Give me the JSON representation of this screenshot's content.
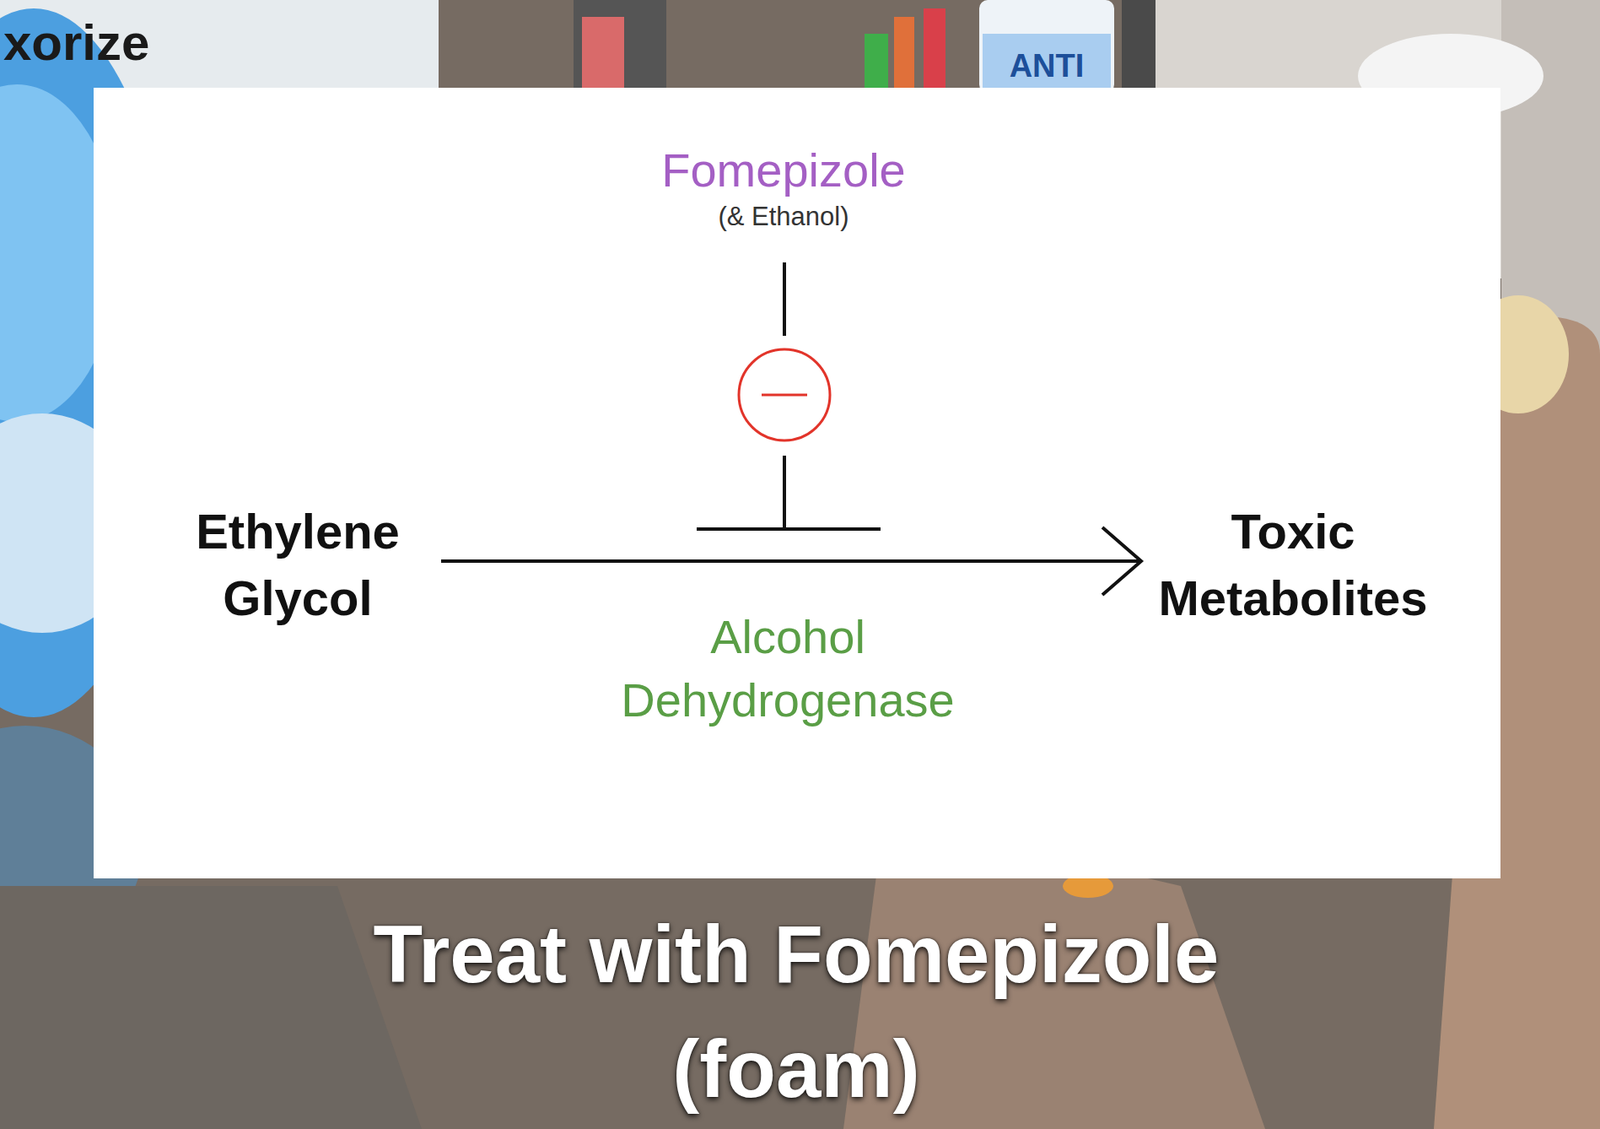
{
  "diagram": {
    "caption": "Treat with Fomepizole (foam)",
    "nodes": [
      {
        "text": [
          "Fomepizole",
          "(& Ethanol)"
        ]
      },
      {
        "text": [
          "Ethylene Glycol"
        ]
      },
      {
        "text": [
          "Toxic Metabolites"
        ]
      }
    ],
    "edges": [
      {
        "from": 1,
        "to": 2,
        "arrow": "to"
      }
    ],
    "labels": [
      "xorize",
      "ANTI",
      "Alcohol Dehydrogenase"
    ]
  }
}
